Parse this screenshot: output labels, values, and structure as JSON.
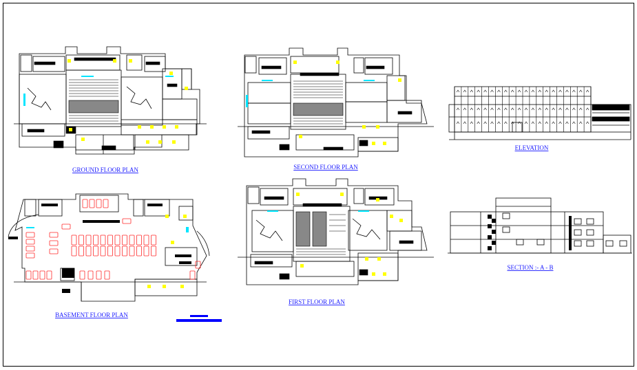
{
  "sheet": {
    "colors": {
      "line": "#000000",
      "accent": "#00e5ff",
      "yellow": "#ffff00",
      "car": "#ff2a2a",
      "label": "#1a1aff",
      "scale": "#0000ff"
    },
    "labels": {
      "ground": "GROUND FLOOR PLAN",
      "second": "SECOND FLOOR PLAN",
      "elevation": "ELEVATION",
      "basement": "BASEMENT FLOOR PLAN",
      "first": "FIRST FLOOR PLAN",
      "section": "SECTION :- A - B"
    }
  }
}
